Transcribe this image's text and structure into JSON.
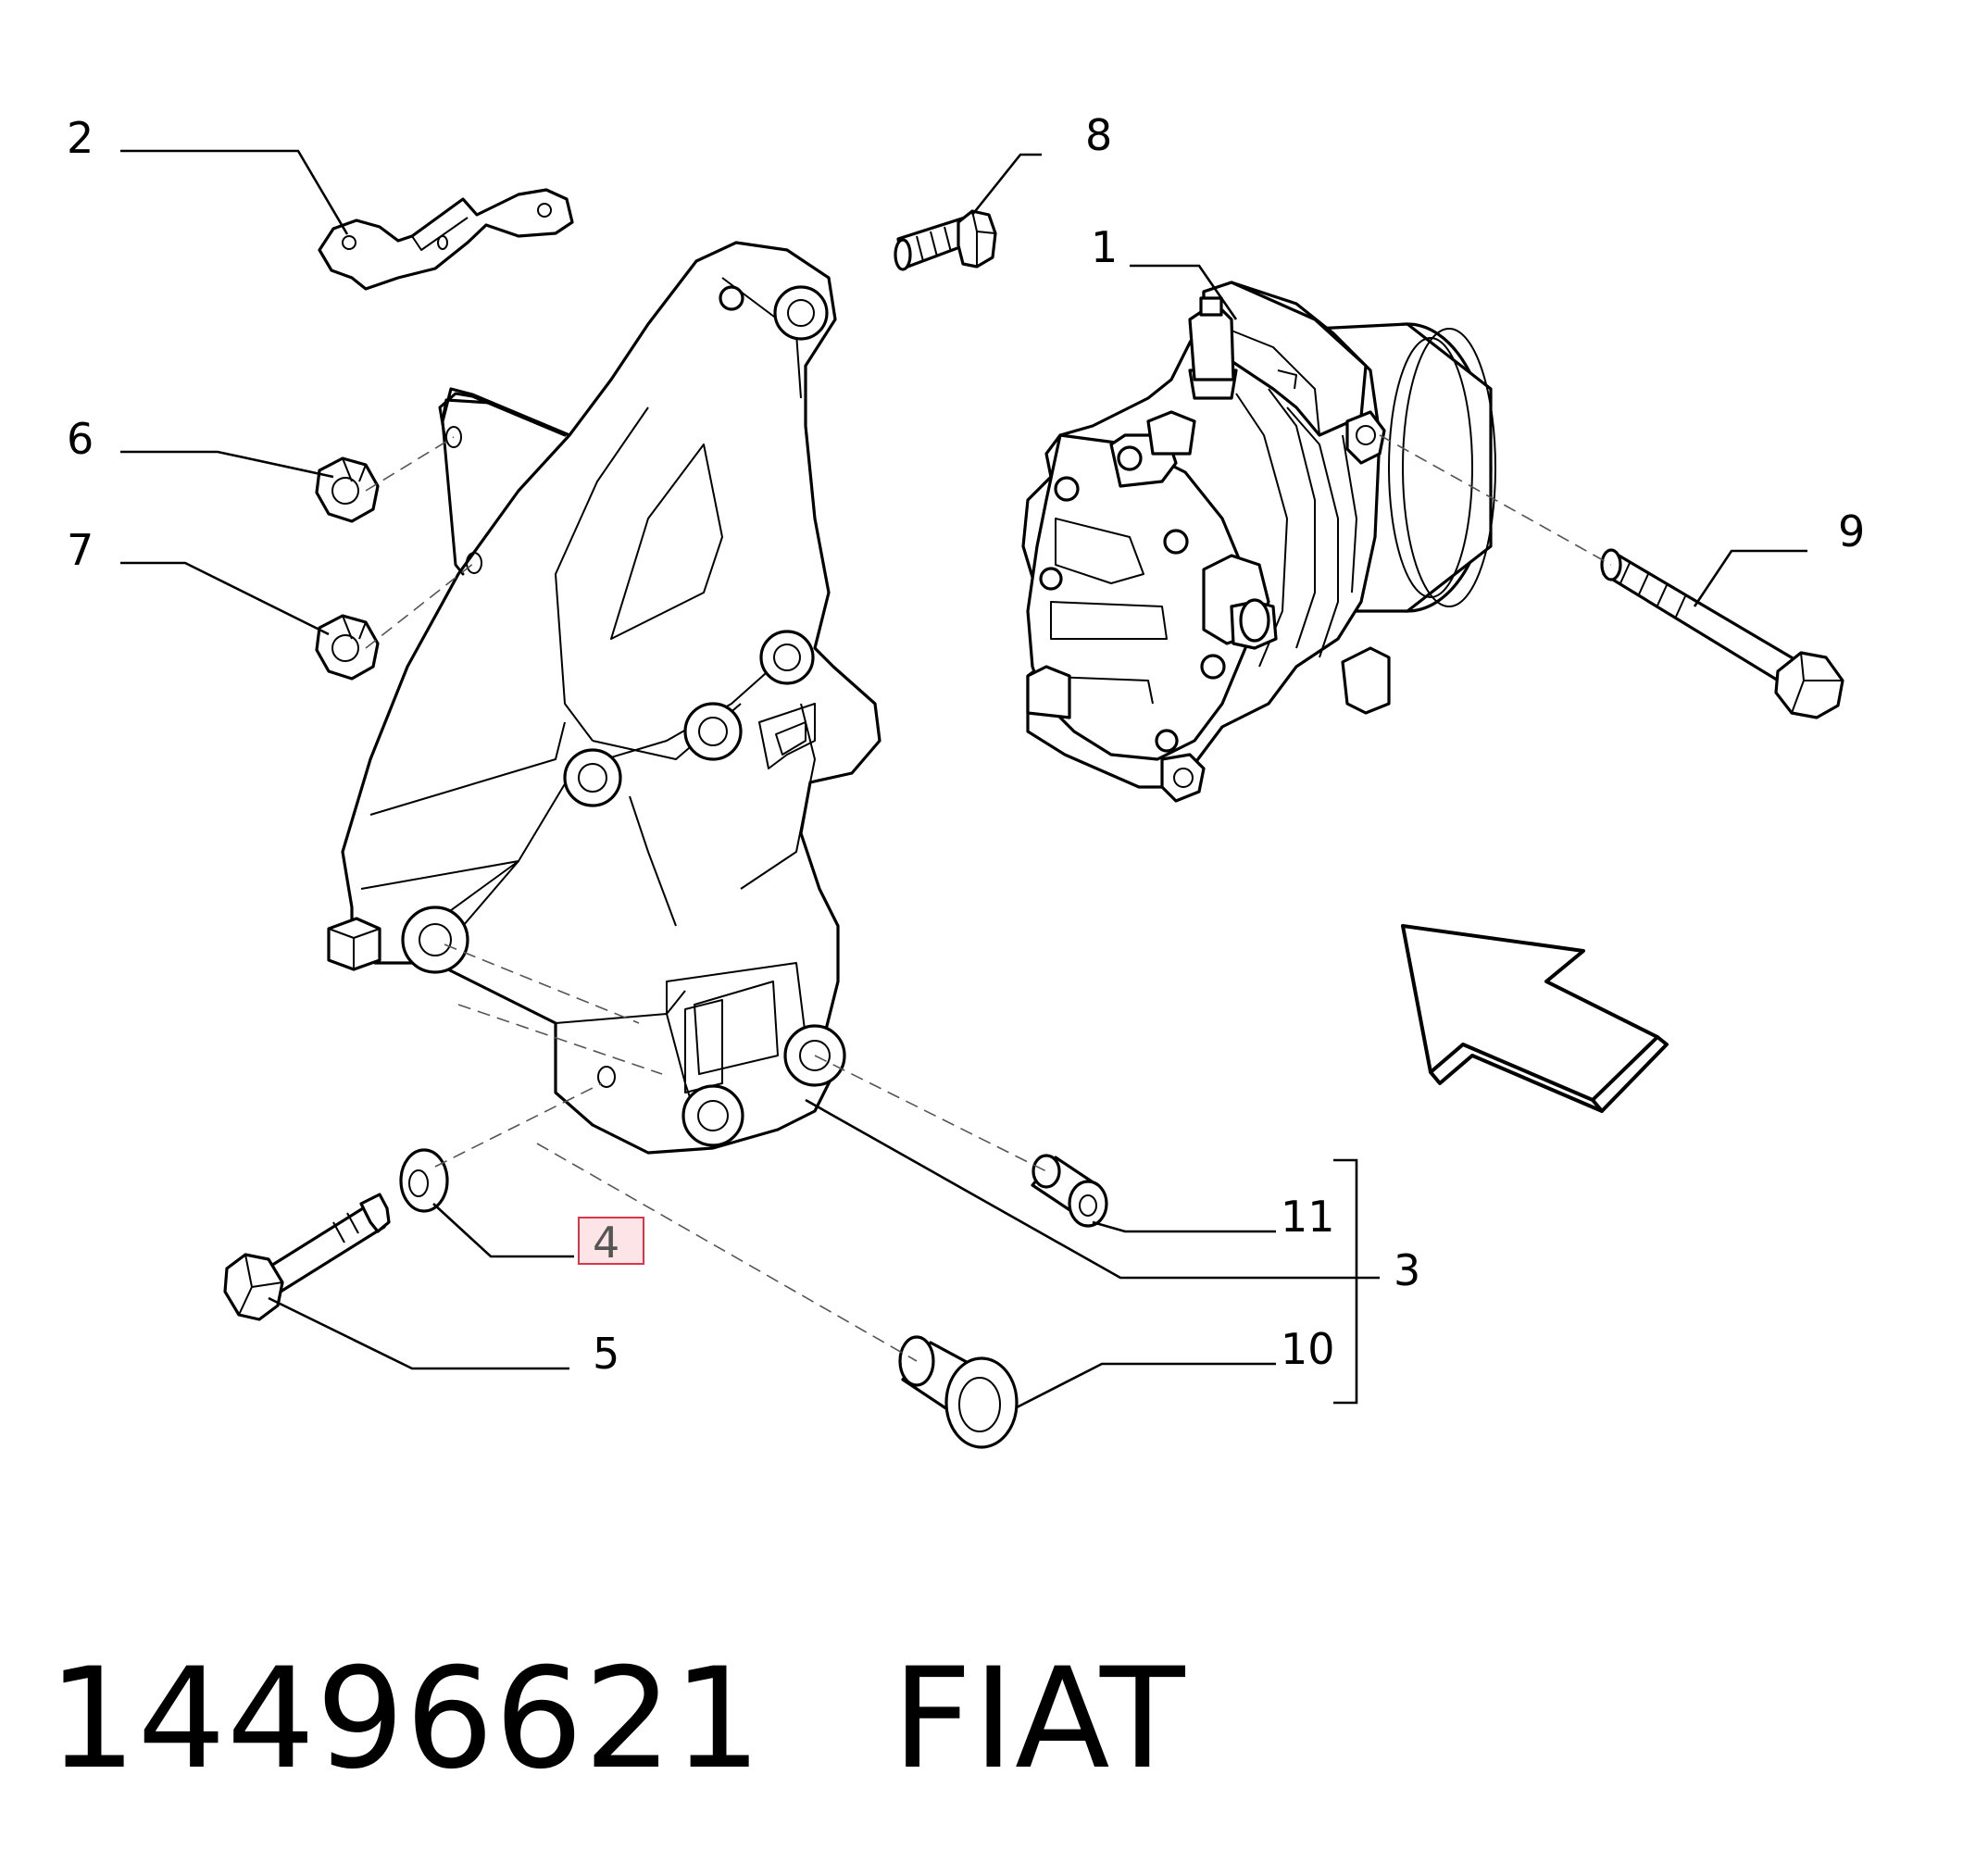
{
  "callouts": {
    "c1": "1",
    "c2": "2",
    "c3": "3",
    "c4": "4",
    "c5": "5",
    "c6": "6",
    "c7": "7",
    "c8": "8",
    "c9": "9",
    "c10": "10",
    "c11": "11"
  },
  "highlighted_callout": "4",
  "caption": {
    "part_number": "14496621",
    "brand": "FIAT"
  },
  "colors": {
    "highlight_border": "#d9364a",
    "highlight_fill": "#fde4e6"
  }
}
